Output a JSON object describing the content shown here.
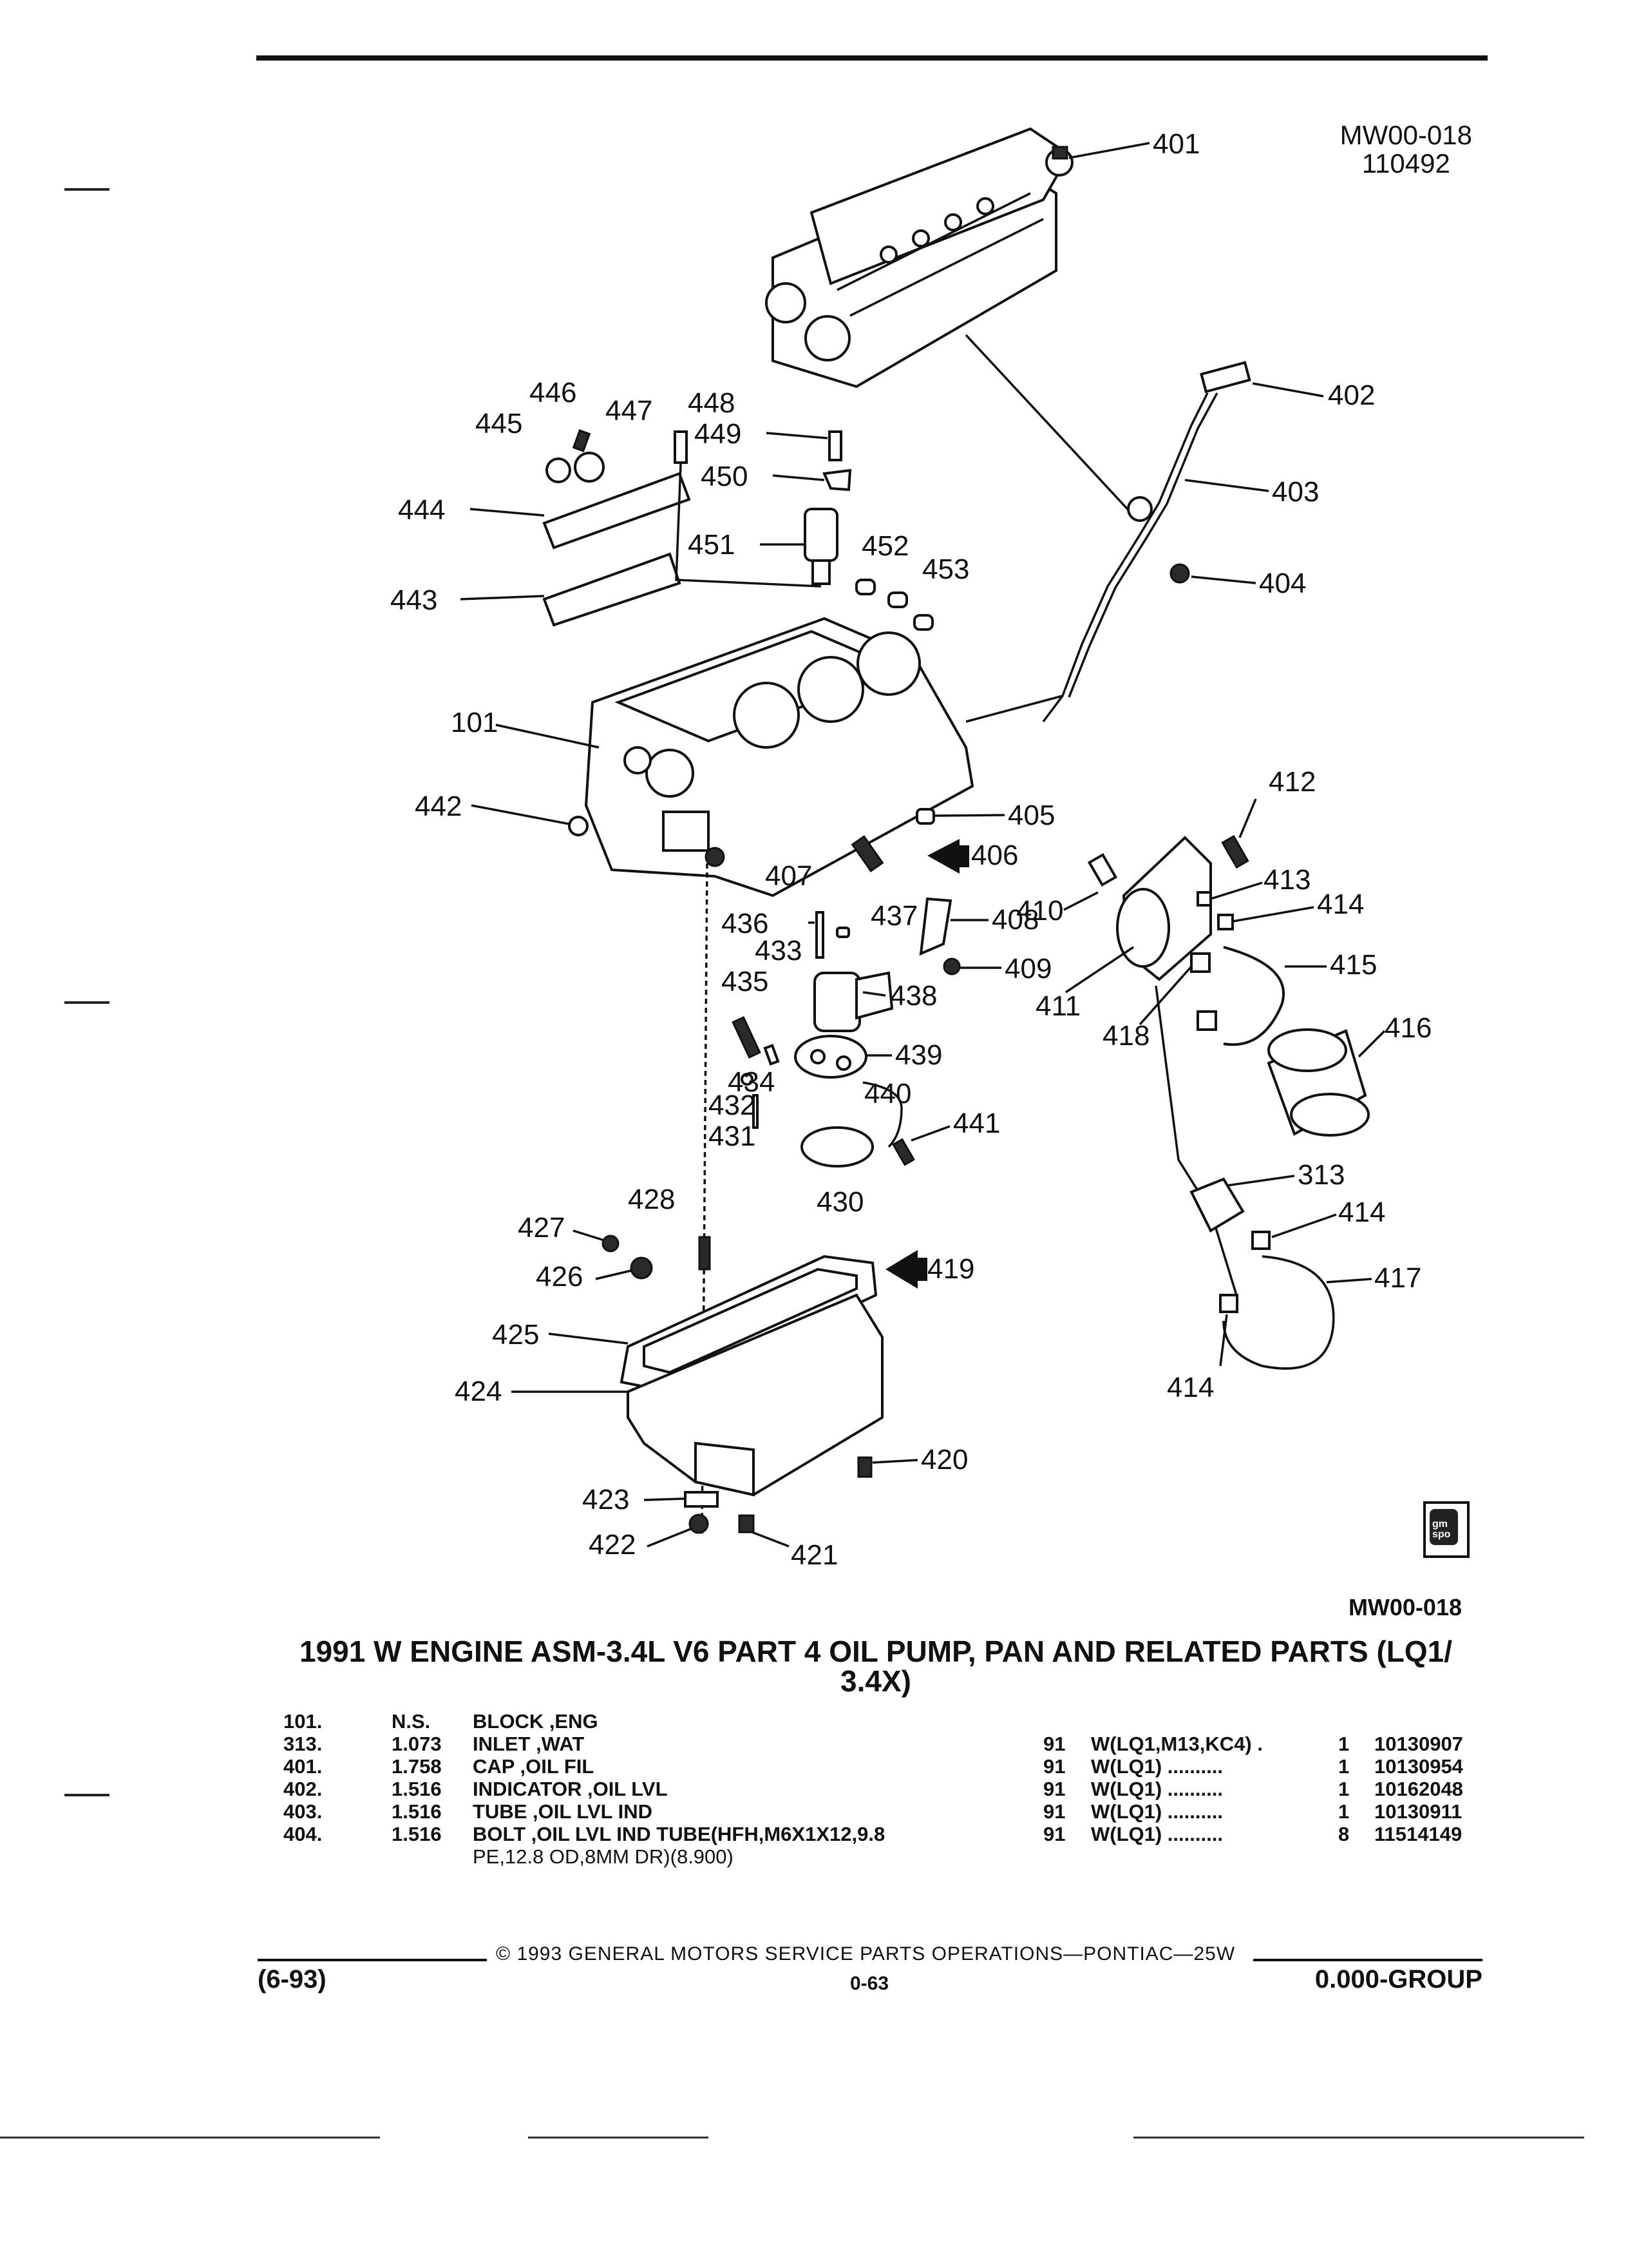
{
  "header": {
    "doc_id": "MW00-018",
    "doc_date": "110492"
  },
  "callouts": {
    "c101": "101",
    "c313": "313",
    "c401": "401",
    "c402": "402",
    "c403": "403",
    "c404": "404",
    "c405": "405",
    "c406": "406",
    "c407": "407",
    "c408": "408",
    "c409": "409",
    "c410": "410",
    "c411": "411",
    "c412": "412",
    "c413": "413",
    "c414a": "414",
    "c414b": "414",
    "c414c": "414",
    "c415": "415",
    "c416": "416",
    "c417": "417",
    "c418": "418",
    "c419": "419",
    "c420": "420",
    "c421": "421",
    "c422": "422",
    "c423": "423",
    "c424": "424",
    "c425": "425",
    "c426": "426",
    "c427": "427",
    "c428": "428",
    "c430": "430",
    "c431": "431",
    "c432": "432",
    "c433": "433",
    "c434": "434",
    "c435": "435",
    "c436": "436",
    "c437": "437",
    "c438": "438",
    "c439": "439",
    "c440": "440",
    "c441": "441",
    "c442": "442",
    "c443": "443",
    "c444": "444",
    "c445": "445",
    "c446": "446",
    "c447": "447",
    "c448": "448",
    "c449": "449",
    "c450": "450",
    "c451": "451",
    "c452": "452",
    "c453": "453"
  },
  "logo_text": "gm spo",
  "figure_ref": "MW00-018",
  "title_line1": "1991 W ENGINE ASM-3.4L V6 PART 4 OIL PUMP, PAN AND RELATED PARTS (LQ1/",
  "title_line2": "3.4X)",
  "parts": [
    {
      "ref": "101.",
      "ver": "N.S.",
      "desc": "BLOCK ,ENG",
      "model": "",
      "app": "",
      "qty": "",
      "pn": ""
    },
    {
      "ref": "313.",
      "ver": "1.073",
      "desc": "INLET ,WAT",
      "model": "91",
      "app": "W(LQ1,M13,KC4)  .",
      "qty": "1",
      "pn": "10130907"
    },
    {
      "ref": "401.",
      "ver": "1.758",
      "desc": "CAP ,OIL FIL",
      "model": "91",
      "app": "W(LQ1) ..........",
      "qty": "1",
      "pn": "10130954"
    },
    {
      "ref": "402.",
      "ver": "1.516",
      "desc": "INDICATOR ,OIL LVL",
      "model": "91",
      "app": "W(LQ1) ..........",
      "qty": "1",
      "pn": "10162048"
    },
    {
      "ref": "403.",
      "ver": "1.516",
      "desc": "TUBE ,OIL LVL IND",
      "model": "91",
      "app": "W(LQ1) ..........",
      "qty": "1",
      "pn": "10130911"
    },
    {
      "ref": "404.",
      "ver": "1.516",
      "desc": "BOLT ,OIL LVL IND TUBE(HFH,M6X1X12,9.8",
      "model": "91",
      "app": "W(LQ1) ..........",
      "qty": "8",
      "pn": "11514149"
    },
    {
      "ref": "",
      "ver": "",
      "desc": "PE,12.8 OD,8MM DR)(8.900)",
      "model": "",
      "app": "",
      "qty": "",
      "pn": ""
    }
  ],
  "footer": {
    "copyright": "© 1993 GENERAL MOTORS SERVICE PARTS OPERATIONS—PONTIAC—25W",
    "revision": "(6-93)",
    "page": "0-63",
    "group": "0.000-GROUP"
  }
}
